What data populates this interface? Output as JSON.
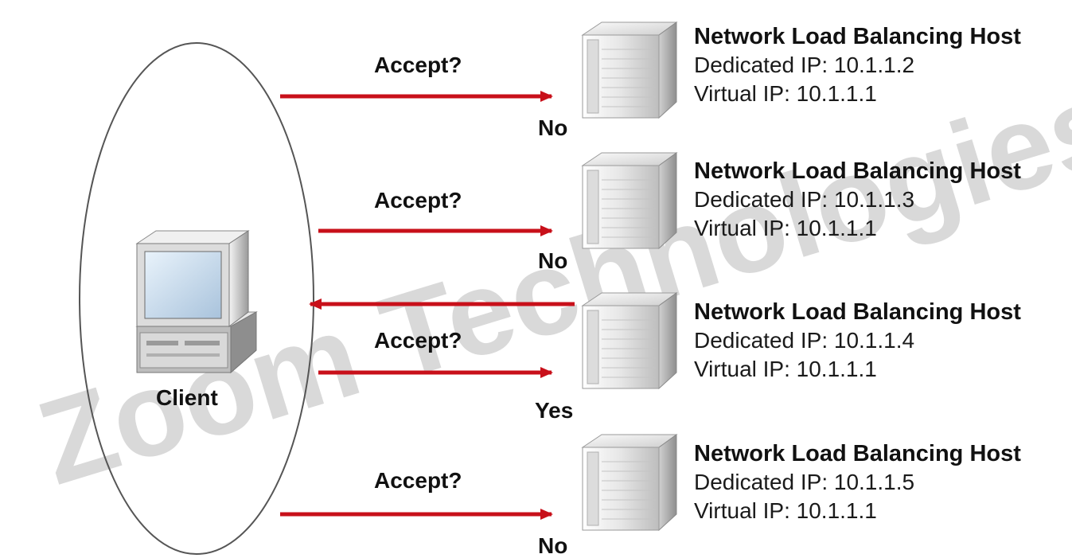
{
  "watermark": "Zoom Technologies",
  "client": {
    "label": "Client"
  },
  "hosts": [
    {
      "title": "Network Load Balancing Host",
      "dedicated_ip": "Dedicated IP: 10.1.1.2",
      "virtual_ip": "Virtual IP: 10.1.1.1",
      "query": "Accept?",
      "answer": "No"
    },
    {
      "title": "Network Load Balancing Host",
      "dedicated_ip": "Dedicated IP: 10.1.1.3",
      "virtual_ip": "Virtual IP: 10.1.1.1",
      "query": "Accept?",
      "answer": "No"
    },
    {
      "title": "Network Load Balancing Host",
      "dedicated_ip": "Dedicated IP: 10.1.1.4",
      "virtual_ip": "Virtual IP: 10.1.1.1",
      "query": "Accept?",
      "answer": "Yes"
    },
    {
      "title": "Network Load Balancing Host",
      "dedicated_ip": "Dedicated IP: 10.1.1.5",
      "virtual_ip": "Virtual IP: 10.1.1.1",
      "query": "Accept?",
      "answer": "No"
    }
  ],
  "colors": {
    "arrow": "#c8101a",
    "server_light": "#f2f2f2",
    "server_dark": "#8a8a8a",
    "watermark": "#d9d9d9"
  }
}
